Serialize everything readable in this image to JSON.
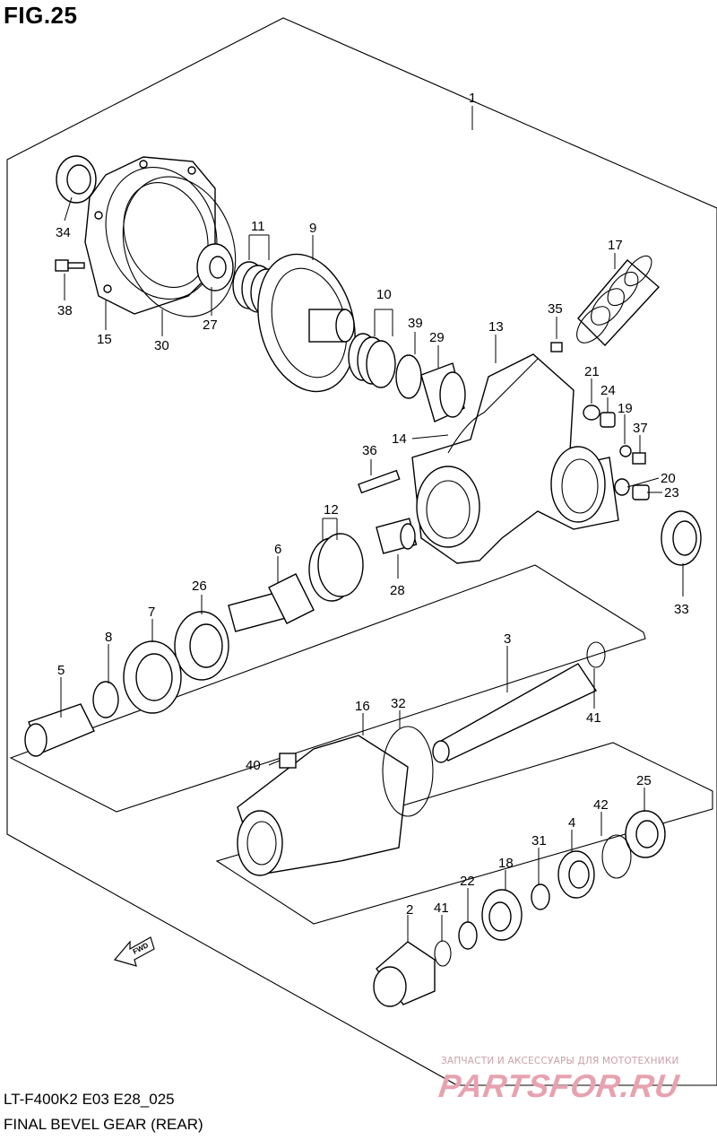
{
  "figure": {
    "title": "FIG.25"
  },
  "footer": {
    "model_code": "LT-F400K2 E03 E28_025",
    "name": "FINAL BEVEL GEAR (REAR)"
  },
  "watermark": {
    "tagline": "ЗАПЧАСТИ И АКСЕССУАРЫ ДЛЯ МОТОТЕХНИКИ",
    "brand": "PARTSFOR.RU"
  },
  "direction_marker": {
    "label": "FWD"
  },
  "callouts": {
    "c1": "1",
    "c2": "2",
    "c3": "3",
    "c4": "4",
    "c5": "5",
    "c6": "6",
    "c7": "7",
    "c8": "8",
    "c9": "9",
    "c10": "10",
    "c11": "11",
    "c12": "12",
    "c13": "13",
    "c14": "14",
    "c15": "15",
    "c16": "16",
    "c17": "17",
    "c18": "18",
    "c19": "19",
    "c20": "20",
    "c21": "21",
    "c22": "22",
    "c23": "23",
    "c24": "24",
    "c25": "25",
    "c26": "26",
    "c27": "27",
    "c28": "28",
    "c29": "29",
    "c30": "30",
    "c31": "31",
    "c32": "32",
    "c33": "33",
    "c34": "34",
    "c35": "35",
    "c36": "36",
    "c37": "37",
    "c38": "38",
    "c39": "39",
    "c40": "40",
    "c41a": "41",
    "c41b": "41",
    "c42": "42"
  },
  "colors": {
    "line": "#000000",
    "watermark": "#e7a2b0",
    "background": "#ffffff"
  }
}
